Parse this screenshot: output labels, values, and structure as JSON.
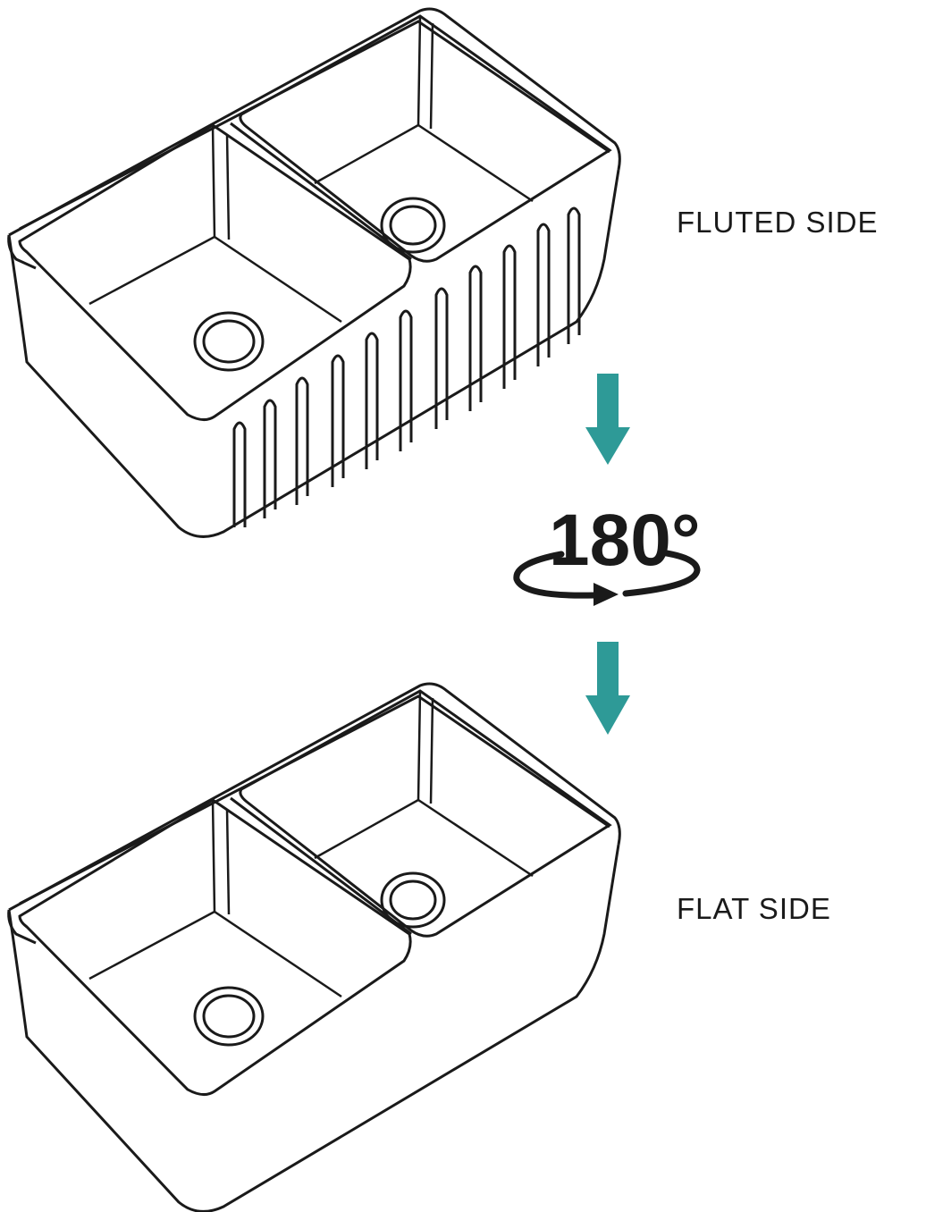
{
  "labels": {
    "fluted": "FLUTED SIDE",
    "flat": "FLAT SIDE"
  },
  "rotation": {
    "text": "180°"
  },
  "colors": {
    "arrow": "#2e9a97",
    "line": "#1a1a1a",
    "background": "#ffffff"
  },
  "icons": {
    "arrows": "arrow-down-icon",
    "rotation": "rotate-180-icon"
  }
}
